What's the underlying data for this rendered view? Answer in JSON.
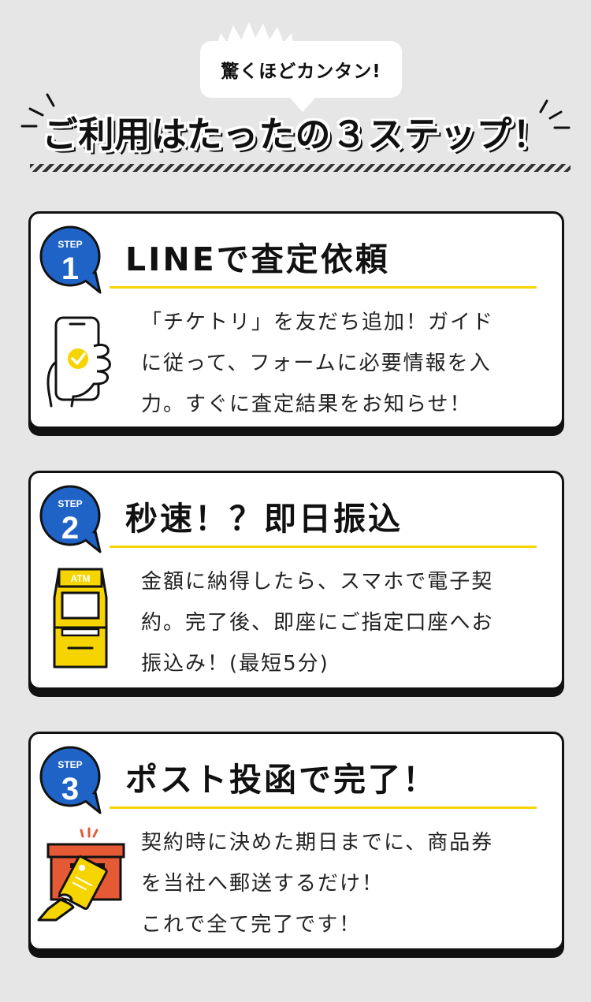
{
  "header": {
    "bubble_text": "驚くほどカンタン!",
    "headline": "ご利用はたったの３ステップ！"
  },
  "steps": [
    {
      "badge_label": "STEP",
      "number": "1",
      "title": "LINEで査定依頼",
      "body": [
        "「チケトリ」を友だち追加！ガイド",
        "に従って、フォームに必要情報を入",
        "力。すぐに査定結果をお知らせ！"
      ],
      "icon": "smartphone-hand-icon"
    },
    {
      "badge_label": "STEP",
      "number": "2",
      "title": "秒速！？即日振込",
      "body": [
        "金額に納得したら、スマホで電子契",
        "約。完了後、即座にご指定口座へお",
        "振込み！(最短5分)"
      ],
      "icon": "atm-icon",
      "atm_label": "ATM"
    },
    {
      "badge_label": "STEP",
      "number": "3",
      "title": "ポスト投函で完了！",
      "body": [
        "契約時に決めた期日までに、商品券",
        "を当社へ郵送するだけ！",
        "これで全て完了です！"
      ],
      "icon": "mailbox-icon"
    }
  ],
  "colors": {
    "background": "#e6e6e6",
    "accent_blue": "#1f63c6",
    "accent_yellow": "#f6d400",
    "post_red": "#e55a35"
  }
}
